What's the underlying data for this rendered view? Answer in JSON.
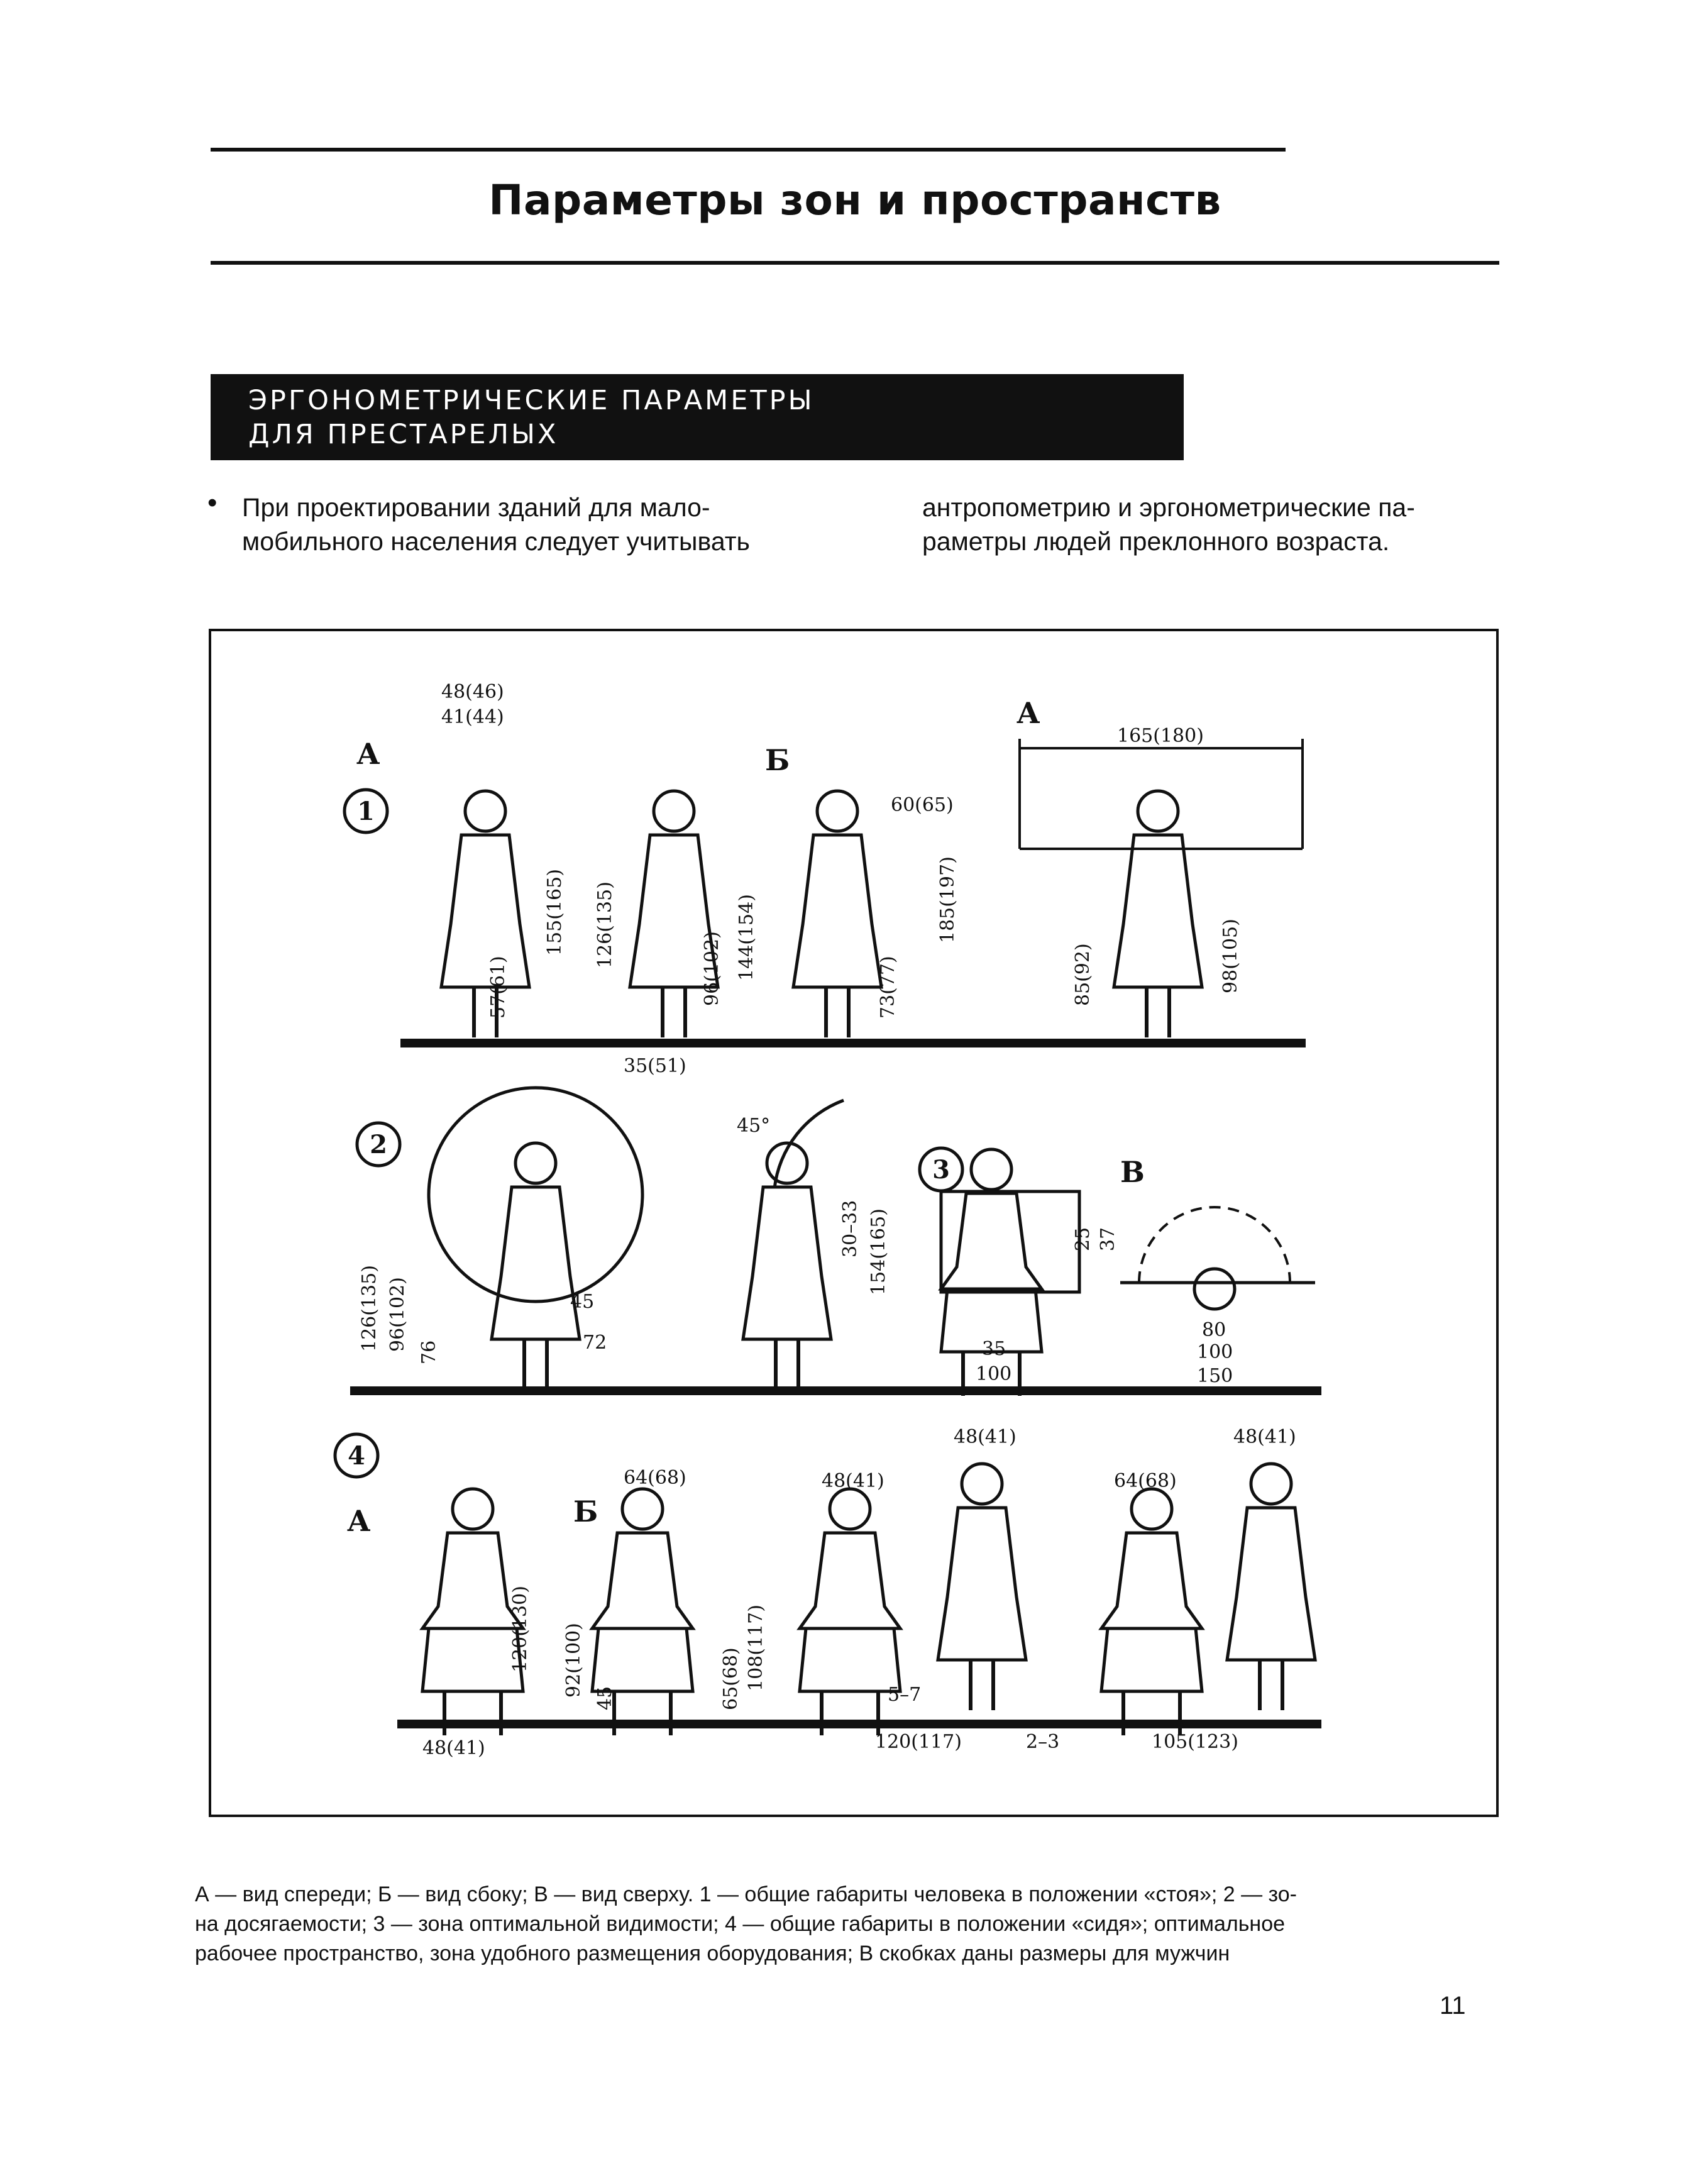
{
  "header": {
    "title": "Параметры зон и пространств"
  },
  "section": {
    "line1": "ЭРГОНОМЕТРИЧЕСКИЕ ПАРАМЕТРЫ",
    "line2": "ДЛЯ ПРЕСТАРЕЛЫХ"
  },
  "intro": {
    "bullet": "•",
    "left_line1": "При проектировании зданий для мало-",
    "left_line2": "мобильного населения следует учитывать",
    "right_line1": "антропометрию и эргонометрические па-",
    "right_line2": "раметры людей преклонного возраста."
  },
  "figure": {
    "view_labels": {
      "A": "А",
      "B": "Б",
      "V": "В"
    },
    "group_numbers": [
      "1",
      "2",
      "3",
      "4"
    ],
    "dimensions": {
      "g1_head_outer": "48(46)",
      "g1_head_inner": "41(44)",
      "g1_h155": "155(165)",
      "g1_h57": "57(61)",
      "g1_h126": "126(135)",
      "g1_h96": "96(102)",
      "g1_h144": "144(154)",
      "g1_d35": "35(51)",
      "g1_a60": "60(65)",
      "g1_h73": "73(77)",
      "g1_h185": "185(197)",
      "g1_span165": "165(180)",
      "g1_h85": "85(92)",
      "g1_h98": "98(105)",
      "g2_h126": "126(135)",
      "g2_h96": "96(102)",
      "g2_h76": "76",
      "g2_d45": "45",
      "g2_d72": "72",
      "g2_angle": "45°",
      "g2_a30": "30–33",
      "g2_h154": "154(165)",
      "g3_h25": "25",
      "g3_h37": "37",
      "g3_w35": "35",
      "g3_w100": "100",
      "gv_80": "80",
      "gv_100": "100",
      "gv_150": "150",
      "g4_h120": "120(130)",
      "g4_w48": "48(41)",
      "g4_w64": "64(68)",
      "g4_h92": "92(100)",
      "g4_h45": "45",
      "g4_h65": "65(68)",
      "g4_h108": "108(117)",
      "g4_w48b": "48(41)",
      "g4_w48c": "48(41)",
      "g4_d57": "5–7",
      "g4_d120": "120(117)",
      "g4_d23": "2–3",
      "g4_w64b": "64(68)",
      "g4_w48d": "48(41)",
      "g4_d105": "105(123)"
    }
  },
  "caption": {
    "line1": "А — вид спереди; Б — вид сбоку; В — вид сверху. 1 — общие габариты человека в положении «стоя»; 2 — зо-",
    "line2": "на досягаемости; 3 — зона оптимальной видимости; 4 — общие габариты в положении «сидя»; оптимальное",
    "line3": "рабочее пространство, зона удобного размещения оборудования; В скобках даны размеры для мужчин"
  },
  "page": {
    "number": "11"
  }
}
